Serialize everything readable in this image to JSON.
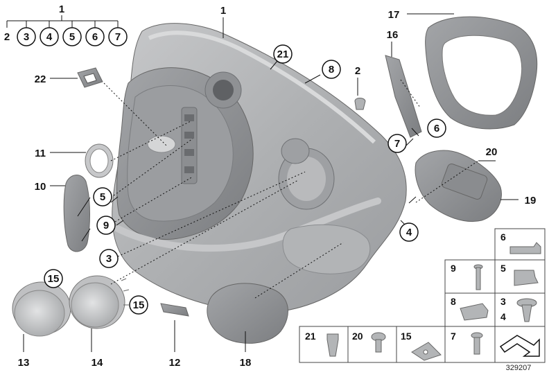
{
  "diagram": {
    "reference_number": "329207",
    "colors": {
      "part_dark": "#8d8f92",
      "part_mid": "#a9abad",
      "part_light": "#c9cacc",
      "line": "#111111"
    },
    "callouts": {
      "c1_top": "1",
      "c1_main": "1",
      "group_items": [
        "2",
        "3",
        "4",
        "5",
        "6",
        "7"
      ],
      "c2": "2",
      "c3": "3",
      "c4": "4",
      "c5": "5",
      "c6": "6",
      "c7": "7",
      "c8": "8",
      "c9": "9",
      "c10": "10",
      "c11": "11",
      "c12": "12",
      "c13": "13",
      "c14": "14",
      "c15a": "15",
      "c15b": "15",
      "c16": "16",
      "c17": "17",
      "c18": "18",
      "c19": "19",
      "c20": "20",
      "c21": "21",
      "c22": "22"
    },
    "legend_right": [
      {
        "label": "6"
      },
      {
        "label": "9"
      },
      {
        "label": "5"
      },
      {
        "label": "8"
      },
      {
        "label": "3"
      },
      {
        "label": "4"
      }
    ],
    "legend_bottom": [
      {
        "label": "21"
      },
      {
        "label": "20"
      },
      {
        "label": "15"
      },
      {
        "label": "7"
      }
    ]
  }
}
